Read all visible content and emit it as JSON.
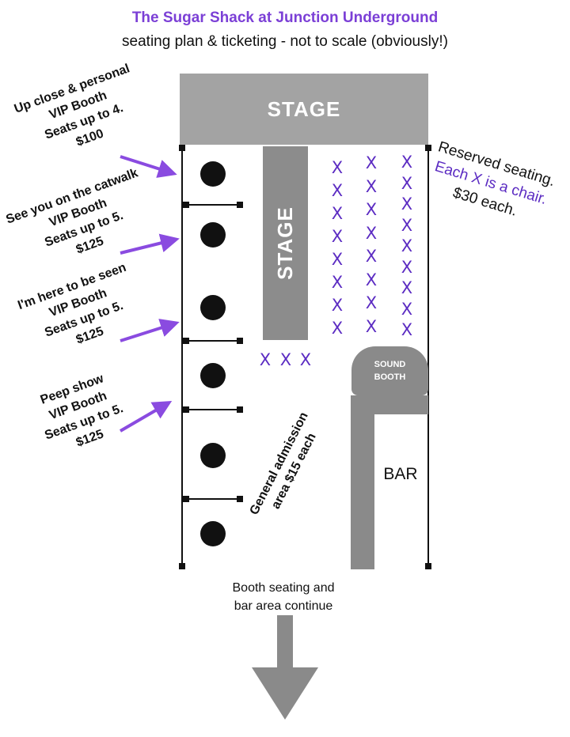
{
  "header": {
    "title": "The Sugar Shack at Junction Underground",
    "subtitle": "seating plan & ticketing - not to scale (obviously!)"
  },
  "stage": {
    "main_label": "STAGE",
    "catwalk_label": "STAGE"
  },
  "booths": [
    {
      "lines": [
        "Up close & personal",
        "VIP Booth",
        "Seats up to 4.",
        "$100"
      ]
    },
    {
      "lines": [
        "See you on the catwalk",
        "VIP Booth",
        "Seats up to 5.",
        "$125"
      ]
    },
    {
      "lines": [
        "I'm here to be seen",
        "VIP Booth",
        "Seats up to 5.",
        "$125"
      ]
    },
    {
      "lines": [
        "Peep show",
        "VIP Booth",
        "Seats up to 5.",
        "$125"
      ]
    }
  ],
  "reserved": {
    "line1": "Reserved seating.",
    "line2": "Each X is a chair.",
    "line3": "$30 each.",
    "chair_symbol": "X"
  },
  "sound_booth": {
    "line1": "SOUND",
    "line2": "BOOTH"
  },
  "bar": {
    "label": "BAR"
  },
  "general_admission": {
    "line1": "General admission",
    "line2": "area $15 each"
  },
  "continue_note": {
    "line1": "Booth seating and",
    "line2": "bar area continue"
  },
  "colors": {
    "accent_purple": "#7b3fd6",
    "chair_purple": "#5b2bc2",
    "arrow_purple": "#8a4be0",
    "gray": "#8a8a8a"
  }
}
